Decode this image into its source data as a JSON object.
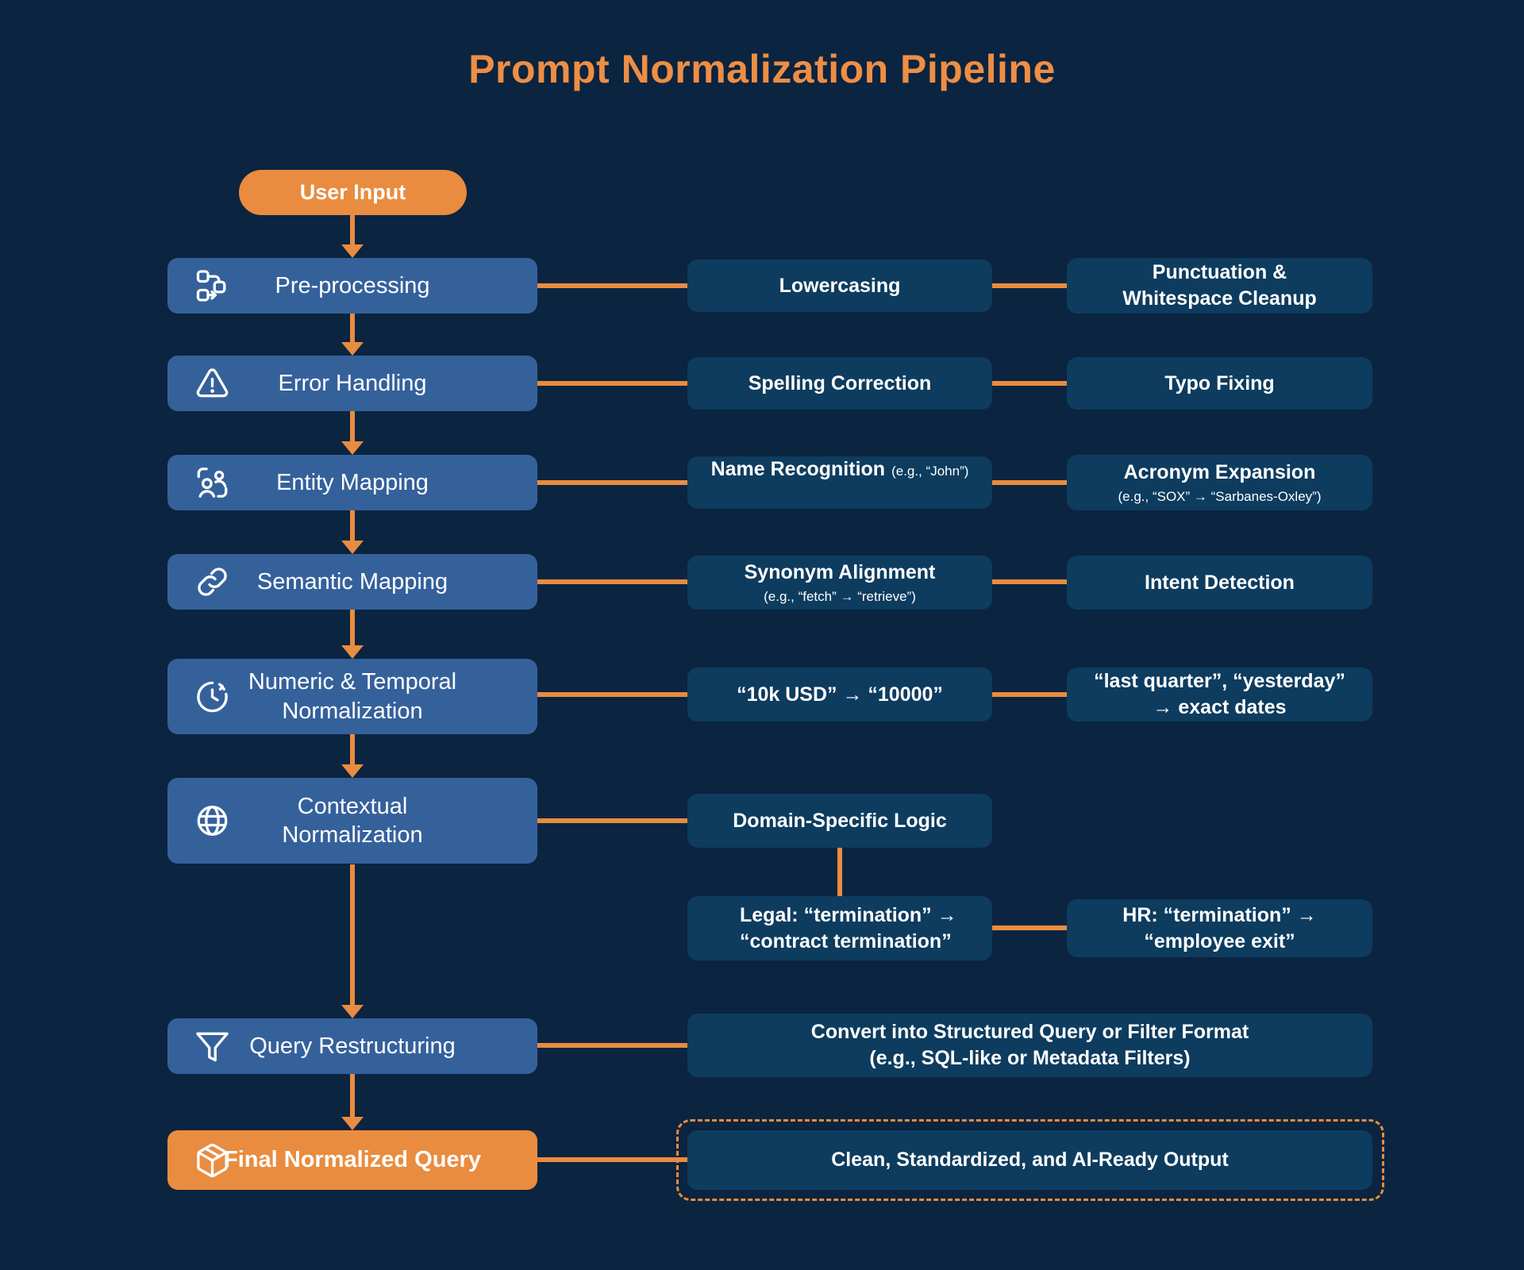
{
  "title": "Prompt Normalization Pipeline",
  "colors": {
    "background": "#0B2440",
    "accent_orange": "#E98C3F",
    "title_orange": "#EE8E44",
    "stage_blue": "#35619B",
    "detail_blue": "#0D3C5F",
    "text": "#FFFFFF"
  },
  "start": {
    "label": "User Input"
  },
  "stages": [
    {
      "label": "Pre-processing",
      "icon": "workflow-icon"
    },
    {
      "label": "Error Handling",
      "icon": "warning-icon"
    },
    {
      "label": "Entity Mapping",
      "icon": "entity-icon"
    },
    {
      "label": "Semantic Mapping",
      "icon": "link-icon"
    },
    {
      "line1": "Numeric & Temporal",
      "line2": "Normalization",
      "icon": "clock-icon"
    },
    {
      "line1": "Contextual",
      "line2": "Normalization",
      "icon": "globe-icon"
    },
    {
      "label": "Query Restructuring",
      "icon": "funnel-icon"
    },
    {
      "label": "Final Normalized Query",
      "icon": "package-icon"
    }
  ],
  "details": {
    "lowercasing": "Lowercasing",
    "punctuation_line1": "Punctuation &",
    "punctuation_line2": "Whitespace Cleanup",
    "spelling": "Spelling Correction",
    "typo": "Typo Fixing",
    "name_recognition": "Name Recognition",
    "name_recognition_note": "(e.g., “John”)",
    "acronym": "Acronym Expansion",
    "acronym_note": "(e.g., “SOX” → “Sarbanes-Oxley”)",
    "synonym": "Synonym Alignment",
    "synonym_note": "(e.g., “fetch” → “retrieve”)",
    "intent": "Intent Detection",
    "numeric_example": "“10k USD” → “10000”",
    "temporal_line1": "“last quarter”, “yesterday”",
    "temporal_line2": "→ exact dates",
    "domain_logic": "Domain-Specific Logic",
    "legal_line1": "Legal: “termination” →",
    "legal_line2": "“contract termination”",
    "hr_line1": "HR: “termination” →",
    "hr_line2": "“employee exit”",
    "convert_line1": "Convert into Structured Query or Filter Format",
    "convert_line2": "(e.g., SQL-like or Metadata Filters)",
    "clean_output": "Clean, Standardized, and AI-Ready Output"
  }
}
